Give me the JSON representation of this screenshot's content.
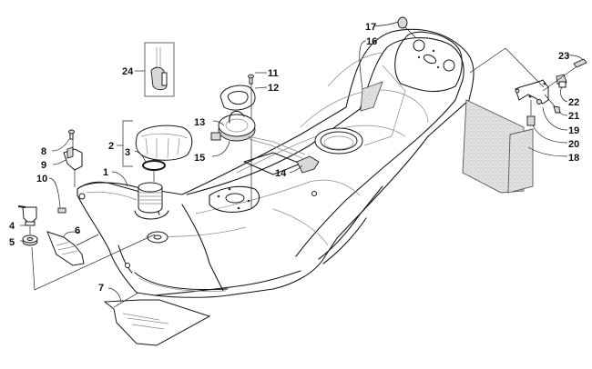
{
  "diagram": {
    "subject": "Fuel tank assembly exploded view",
    "callouts": [
      {
        "id": "1",
        "label": "1"
      },
      {
        "id": "2",
        "label": "2"
      },
      {
        "id": "3",
        "label": "3"
      },
      {
        "id": "4",
        "label": "4"
      },
      {
        "id": "5",
        "label": "5"
      },
      {
        "id": "6",
        "label": "6"
      },
      {
        "id": "7",
        "label": "7"
      },
      {
        "id": "8",
        "label": "8"
      },
      {
        "id": "9",
        "label": "9"
      },
      {
        "id": "10",
        "label": "10"
      },
      {
        "id": "11",
        "label": "11"
      },
      {
        "id": "12",
        "label": "12"
      },
      {
        "id": "13",
        "label": "13"
      },
      {
        "id": "14",
        "label": "14"
      },
      {
        "id": "15",
        "label": "15"
      },
      {
        "id": "16",
        "label": "16"
      },
      {
        "id": "17",
        "label": "17"
      },
      {
        "id": "18",
        "label": "18"
      },
      {
        "id": "19",
        "label": "19"
      },
      {
        "id": "20",
        "label": "20"
      },
      {
        "id": "21",
        "label": "21"
      },
      {
        "id": "22",
        "label": "22"
      },
      {
        "id": "23",
        "label": "23"
      },
      {
        "id": "24",
        "label": "24"
      }
    ]
  }
}
